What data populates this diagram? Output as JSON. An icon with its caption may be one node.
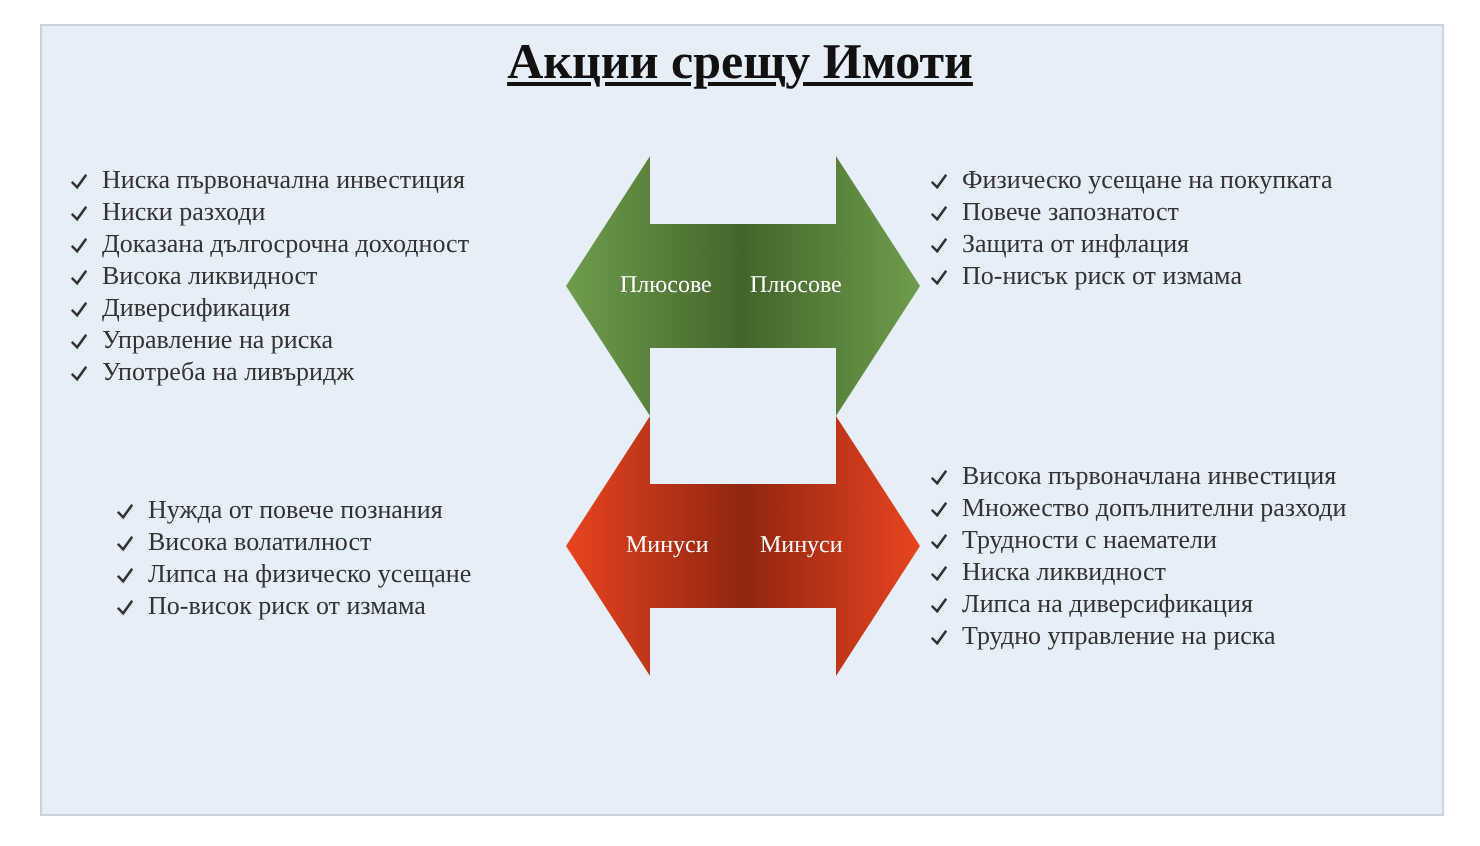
{
  "diagram": {
    "title": "Акции срещу Имоти",
    "nodes": [
      {
        "text": [
          "Плюсове",
          "Плюсове"
        ]
      },
      {
        "text": [
          "Минуси",
          "Минуси"
        ]
      }
    ],
    "labels": [
      "Ниска първоначална инвестиция",
      "Ниски разходи",
      "Доказана дългосрочна доходност",
      "Висока ликвидност",
      "Диверсификация",
      "Управление на риска",
      "Употреба на ливъридж",
      "Физическо усещане на покупката",
      "Повече запознатост",
      "Защита от инфлация",
      "По-нисък риск от измама",
      "Нужда от повече познания",
      "Висока волатилност",
      "Липса на физическо усещане",
      "По-висок риск от измама",
      "Висока първоначлана инвестиция",
      "Множество допълнителни разходи",
      "Трудности с наематели",
      "Ниска ликвидност",
      "Липса на диверсификация",
      "Трудно управление на риска"
    ]
  }
}
